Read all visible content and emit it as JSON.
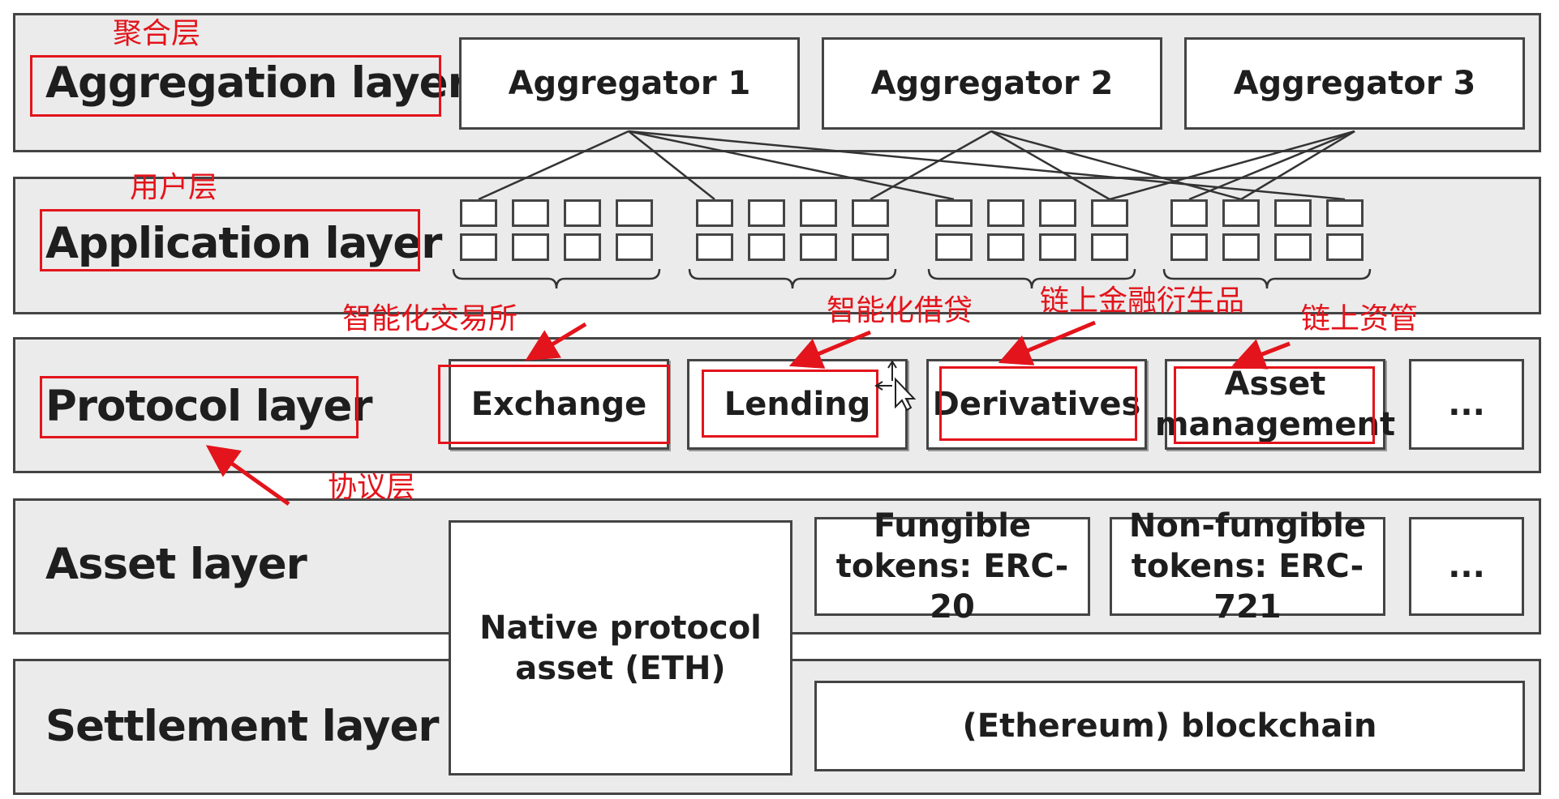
{
  "layers": [
    {
      "id": "aggregation",
      "label": "Aggregation layer"
    },
    {
      "id": "application",
      "label": "Application layer"
    },
    {
      "id": "protocol",
      "label": "Protocol layer"
    },
    {
      "id": "asset",
      "label": "Asset layer"
    },
    {
      "id": "settlement",
      "label": "Settlement layer"
    }
  ],
  "aggregators": [
    "Aggregator 1",
    "Aggregator 2",
    "Aggregator 3"
  ],
  "protocols": [
    "Exchange",
    "Lending",
    "Derivatives",
    "Asset\nmanagement",
    "..."
  ],
  "assets": {
    "native": "Native protocol\nasset (ETH)",
    "fungible": "Fungible\ntokens: ERC-20",
    "nonfungible": "Non-fungible\ntokens: ERC-721",
    "more": "..."
  },
  "settlement": {
    "blockchain": "(Ethereum) blockchain"
  },
  "annotations": {
    "aggregation": "聚合层",
    "application": "用户层",
    "protocol": "协议层",
    "exchange": "智能化交易所",
    "lending": "智能化借贷",
    "derivatives": "链上金融衍生品",
    "asset_management": "链上资管"
  },
  "colors": {
    "annotation": "#e3141b",
    "layer_fill": "#ebebeb",
    "border": "#444444"
  },
  "icons": {
    "cursor": "move-cursor-icon"
  }
}
